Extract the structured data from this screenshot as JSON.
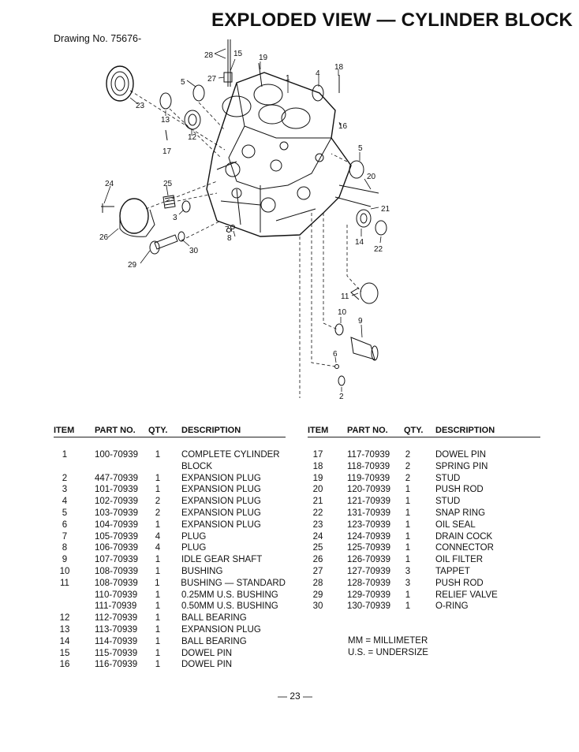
{
  "header": {
    "title": "EXPLODED VIEW — CYLINDER BLOCK",
    "drawing_no": "Drawing No. 75676-"
  },
  "diagram": {
    "callouts": [
      "28",
      "15",
      "19",
      "27",
      "5",
      "1",
      "4",
      "18",
      "23",
      "13",
      "12",
      "16",
      "17",
      "5",
      "20",
      "24",
      "25",
      "21",
      "3",
      "26",
      "7",
      "8",
      "14",
      "22",
      "30",
      "29",
      "11",
      "10",
      "9",
      "6",
      "2"
    ]
  },
  "table": {
    "headers": {
      "item": "ITEM",
      "part_no": "PART NO.",
      "qty": "QTY.",
      "description": "DESCRIPTION"
    },
    "left_rows": [
      {
        "item": "1",
        "part_no": "100-70939",
        "qty": "1",
        "desc": "COMPLETE CYLINDER"
      },
      {
        "item": "",
        "part_no": "",
        "qty": "",
        "desc": "BLOCK"
      },
      {
        "item": "2",
        "part_no": "447-70939",
        "qty": "1",
        "desc": "EXPANSION PLUG"
      },
      {
        "item": "3",
        "part_no": "101-70939",
        "qty": "1",
        "desc": "EXPANSION PLUG"
      },
      {
        "item": "4",
        "part_no": "102-70939",
        "qty": "2",
        "desc": "EXPANSION PLUG"
      },
      {
        "item": "5",
        "part_no": "103-70939",
        "qty": "2",
        "desc": "EXPANSION PLUG"
      },
      {
        "item": "6",
        "part_no": "104-70939",
        "qty": "1",
        "desc": "EXPANSION PLUG"
      },
      {
        "item": "7",
        "part_no": "105-70939",
        "qty": "4",
        "desc": "PLUG"
      },
      {
        "item": "8",
        "part_no": "106-70939",
        "qty": "4",
        "desc": "PLUG"
      },
      {
        "item": "9",
        "part_no": "107-70939",
        "qty": "1",
        "desc": "IDLE GEAR SHAFT"
      },
      {
        "item": "10",
        "part_no": "108-70939",
        "qty": "1",
        "desc": "BUSHING"
      },
      {
        "item": "11",
        "part_no": "108-70939",
        "qty": "1",
        "desc": "BUSHING — STANDARD"
      },
      {
        "item": "",
        "part_no": "110-70939",
        "qty": "1",
        "desc": "0.25MM U.S. BUSHING"
      },
      {
        "item": "",
        "part_no": "111-70939",
        "qty": "1",
        "desc": "0.50MM U.S. BUSHING"
      },
      {
        "item": "12",
        "part_no": "112-70939",
        "qty": "1",
        "desc": "BALL BEARING"
      },
      {
        "item": "13",
        "part_no": "113-70939",
        "qty": "1",
        "desc": "EXPANSION PLUG"
      },
      {
        "item": "14",
        "part_no": "114-70939",
        "qty": "1",
        "desc": "BALL BEARING"
      },
      {
        "item": "15",
        "part_no": "115-70939",
        "qty": "1",
        "desc": "DOWEL PIN"
      },
      {
        "item": "16",
        "part_no": "116-70939",
        "qty": "1",
        "desc": "DOWEL PIN"
      }
    ],
    "right_rows": [
      {
        "item": "17",
        "part_no": "117-70939",
        "qty": "2",
        "desc": "DOWEL PIN"
      },
      {
        "item": "18",
        "part_no": "118-70939",
        "qty": "2",
        "desc": "SPRING PIN"
      },
      {
        "item": "19",
        "part_no": "119-70939",
        "qty": "2",
        "desc": "STUD"
      },
      {
        "item": "20",
        "part_no": "120-70939",
        "qty": "1",
        "desc": "PUSH ROD"
      },
      {
        "item": "21",
        "part_no": "121-70939",
        "qty": "1",
        "desc": "STUD"
      },
      {
        "item": "22",
        "part_no": "131-70939",
        "qty": "1",
        "desc": "SNAP RING"
      },
      {
        "item": "23",
        "part_no": "123-70939",
        "qty": "1",
        "desc": "OIL SEAL"
      },
      {
        "item": "24",
        "part_no": "124-70939",
        "qty": "1",
        "desc": "DRAIN COCK"
      },
      {
        "item": "25",
        "part_no": "125-70939",
        "qty": "1",
        "desc": "CONNECTOR"
      },
      {
        "item": "26",
        "part_no": "126-70939",
        "qty": "1",
        "desc": "OIL FILTER"
      },
      {
        "item": "27",
        "part_no": "127-70939",
        "qty": "3",
        "desc": "TAPPET"
      },
      {
        "item": "28",
        "part_no": "128-70939",
        "qty": "3",
        "desc": "PUSH ROD"
      },
      {
        "item": "29",
        "part_no": "129-70939",
        "qty": "1",
        "desc": "RELIEF VALVE"
      },
      {
        "item": "30",
        "part_no": "130-70939",
        "qty": "1",
        "desc": "O-RING"
      }
    ]
  },
  "legend": {
    "line1": "MM = MILLIMETER",
    "line2": "U.S. = UNDERSIZE"
  },
  "footer": {
    "page_number": "— 23 —"
  }
}
